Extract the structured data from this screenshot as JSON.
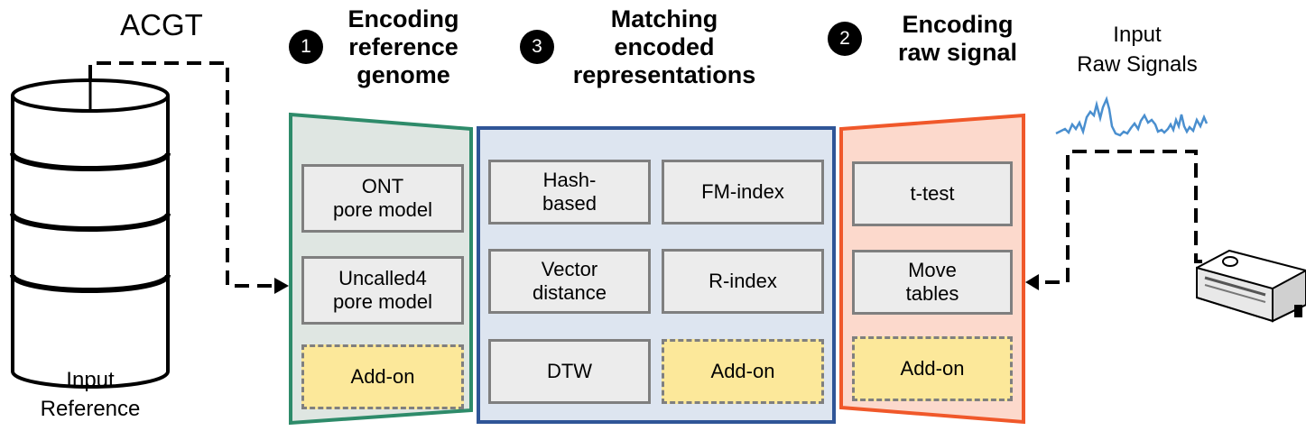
{
  "reference": {
    "sequence": "ACGT",
    "label_line1": "Input",
    "label_line2": "Reference"
  },
  "signal": {
    "label_line1": "Input",
    "label_line2": "Raw Signals",
    "signal_color": "#4a8fcf"
  },
  "stage1": {
    "number": "1",
    "title_line1": "Encoding",
    "title_line2": "reference",
    "title_line3": "genome",
    "color": "#2e8b6a",
    "fill": "#dfe6e2",
    "items": [
      {
        "line1": "ONT",
        "line2": "pore model"
      },
      {
        "line1": "Uncalled4",
        "line2": "pore model"
      }
    ],
    "addon": "Add-on"
  },
  "stage3": {
    "number": "3",
    "title_line1": "Matching",
    "title_line2": "encoded",
    "title_line3": "representations",
    "color": "#2f5597",
    "fill": "#dde5f0",
    "items": [
      {
        "line1": "Hash-",
        "line2": "based"
      },
      {
        "line1": "FM-index"
      },
      {
        "line1": "Vector",
        "line2": "distance"
      },
      {
        "line1": "R-index"
      },
      {
        "line1": "DTW"
      }
    ],
    "addon": "Add-on"
  },
  "stage2": {
    "number": "2",
    "title_line1": "Encoding",
    "title_line2": "raw signal",
    "color": "#f0582a",
    "fill": "#fcd9cc",
    "items": [
      {
        "line1": "t-test"
      },
      {
        "line1": "Move",
        "line2": "tables"
      }
    ],
    "addon": "Add-on"
  }
}
